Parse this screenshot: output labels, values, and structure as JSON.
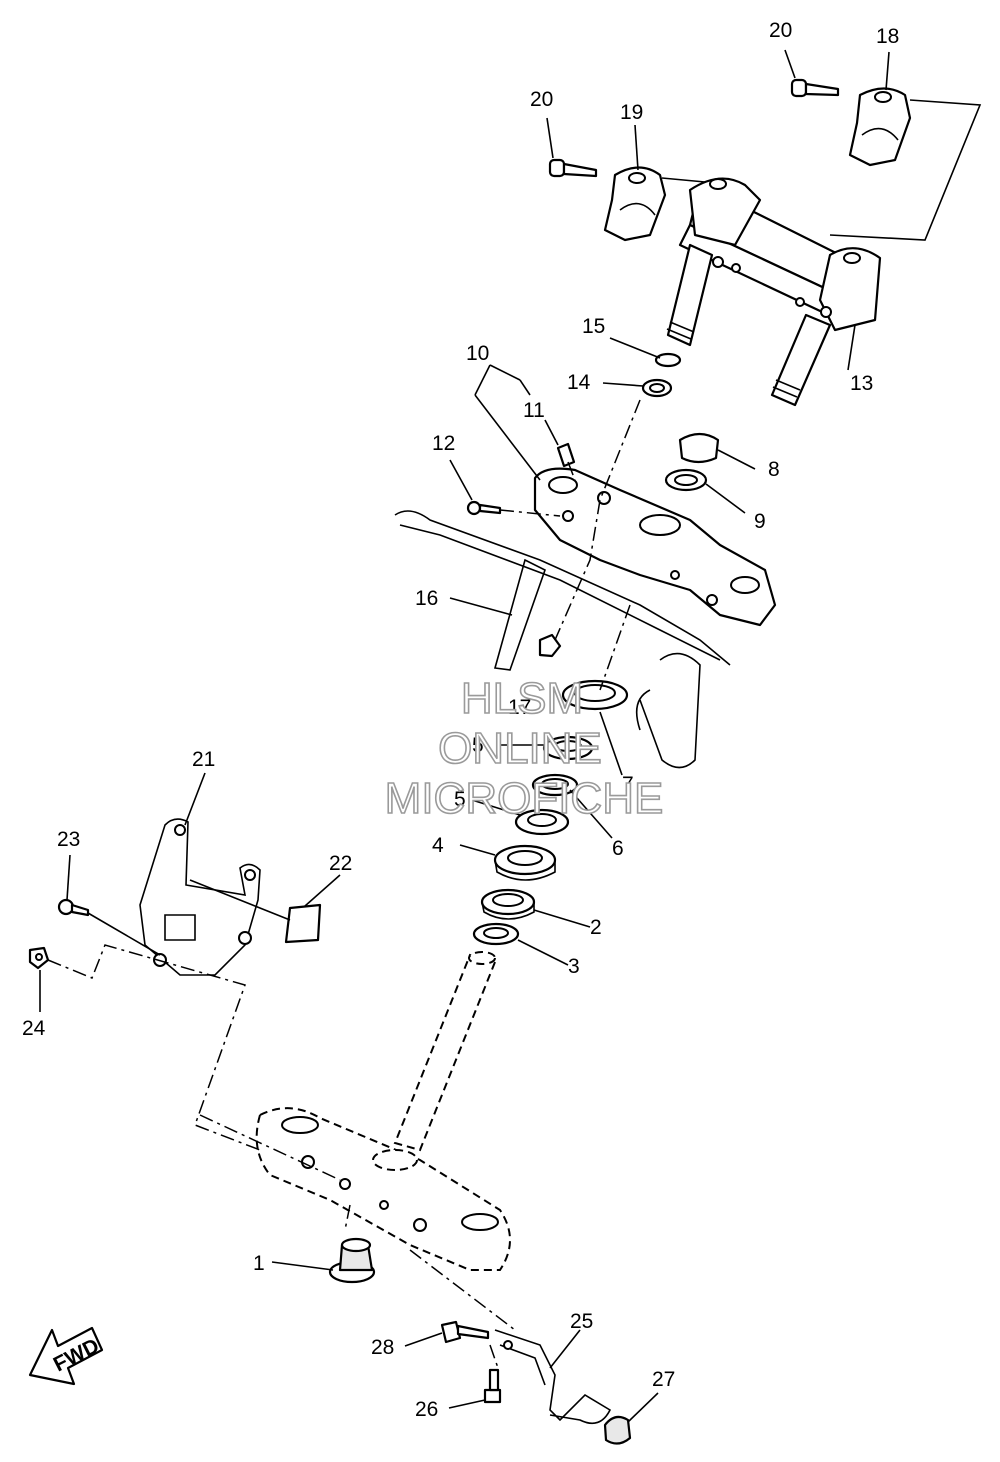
{
  "diagram": {
    "callouts": [
      {
        "id": "c1",
        "text": "1"
      },
      {
        "id": "c2",
        "text": "2"
      },
      {
        "id": "c3",
        "text": "3"
      },
      {
        "id": "c4",
        "text": "4"
      },
      {
        "id": "c5a",
        "text": "5"
      },
      {
        "id": "c5b",
        "text": "5"
      },
      {
        "id": "c6",
        "text": "6"
      },
      {
        "id": "c7",
        "text": "7"
      },
      {
        "id": "c8",
        "text": "8"
      },
      {
        "id": "c9",
        "text": "9"
      },
      {
        "id": "c10",
        "text": "10"
      },
      {
        "id": "c11",
        "text": "11"
      },
      {
        "id": "c12",
        "text": "12"
      },
      {
        "id": "c13",
        "text": "13"
      },
      {
        "id": "c14",
        "text": "14"
      },
      {
        "id": "c15",
        "text": "15"
      },
      {
        "id": "c16",
        "text": "16"
      },
      {
        "id": "c17",
        "text": "17"
      },
      {
        "id": "c18",
        "text": "18"
      },
      {
        "id": "c19",
        "text": "19"
      },
      {
        "id": "c20a",
        "text": "20"
      },
      {
        "id": "c20b",
        "text": "20"
      },
      {
        "id": "c21",
        "text": "21"
      },
      {
        "id": "c22",
        "text": "22"
      },
      {
        "id": "c23",
        "text": "23"
      },
      {
        "id": "c24",
        "text": "24"
      },
      {
        "id": "c25",
        "text": "25"
      },
      {
        "id": "c26",
        "text": "26"
      },
      {
        "id": "c27",
        "text": "27"
      },
      {
        "id": "c28",
        "text": "28"
      }
    ],
    "fwd_label": "FWD",
    "icons": [
      "fwd-arrow-icon"
    ]
  },
  "watermark": {
    "line1": "HLSM",
    "line2": "ONLINE",
    "line3": "MICROFICHE",
    "color": "#9a9a9a"
  }
}
